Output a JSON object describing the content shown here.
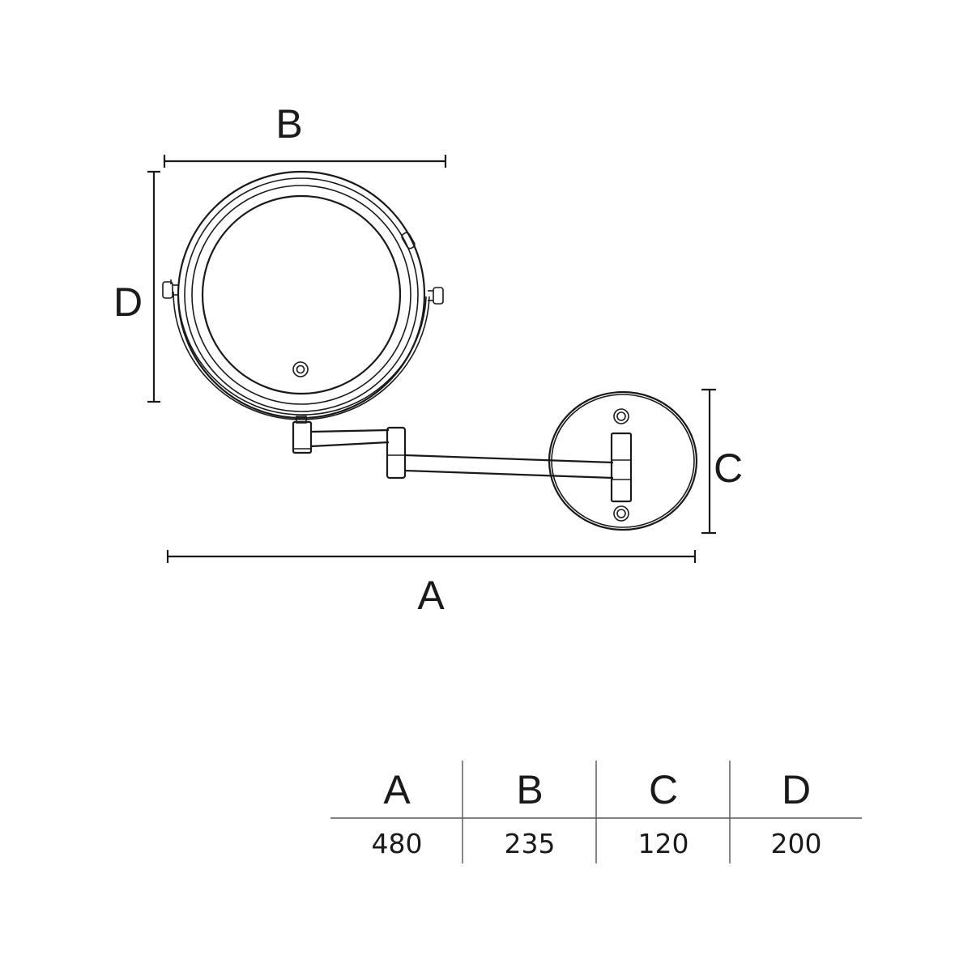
{
  "diagram": {
    "dimension_labels": {
      "a": "A",
      "b": "B",
      "c": "C",
      "d": "D"
    }
  },
  "table": {
    "headers": [
      "A",
      "B",
      "C",
      "D"
    ],
    "values": [
      "480",
      "235",
      "120",
      "200"
    ]
  },
  "colors": {
    "line": "#1a1a1a",
    "background": "#ffffff"
  }
}
